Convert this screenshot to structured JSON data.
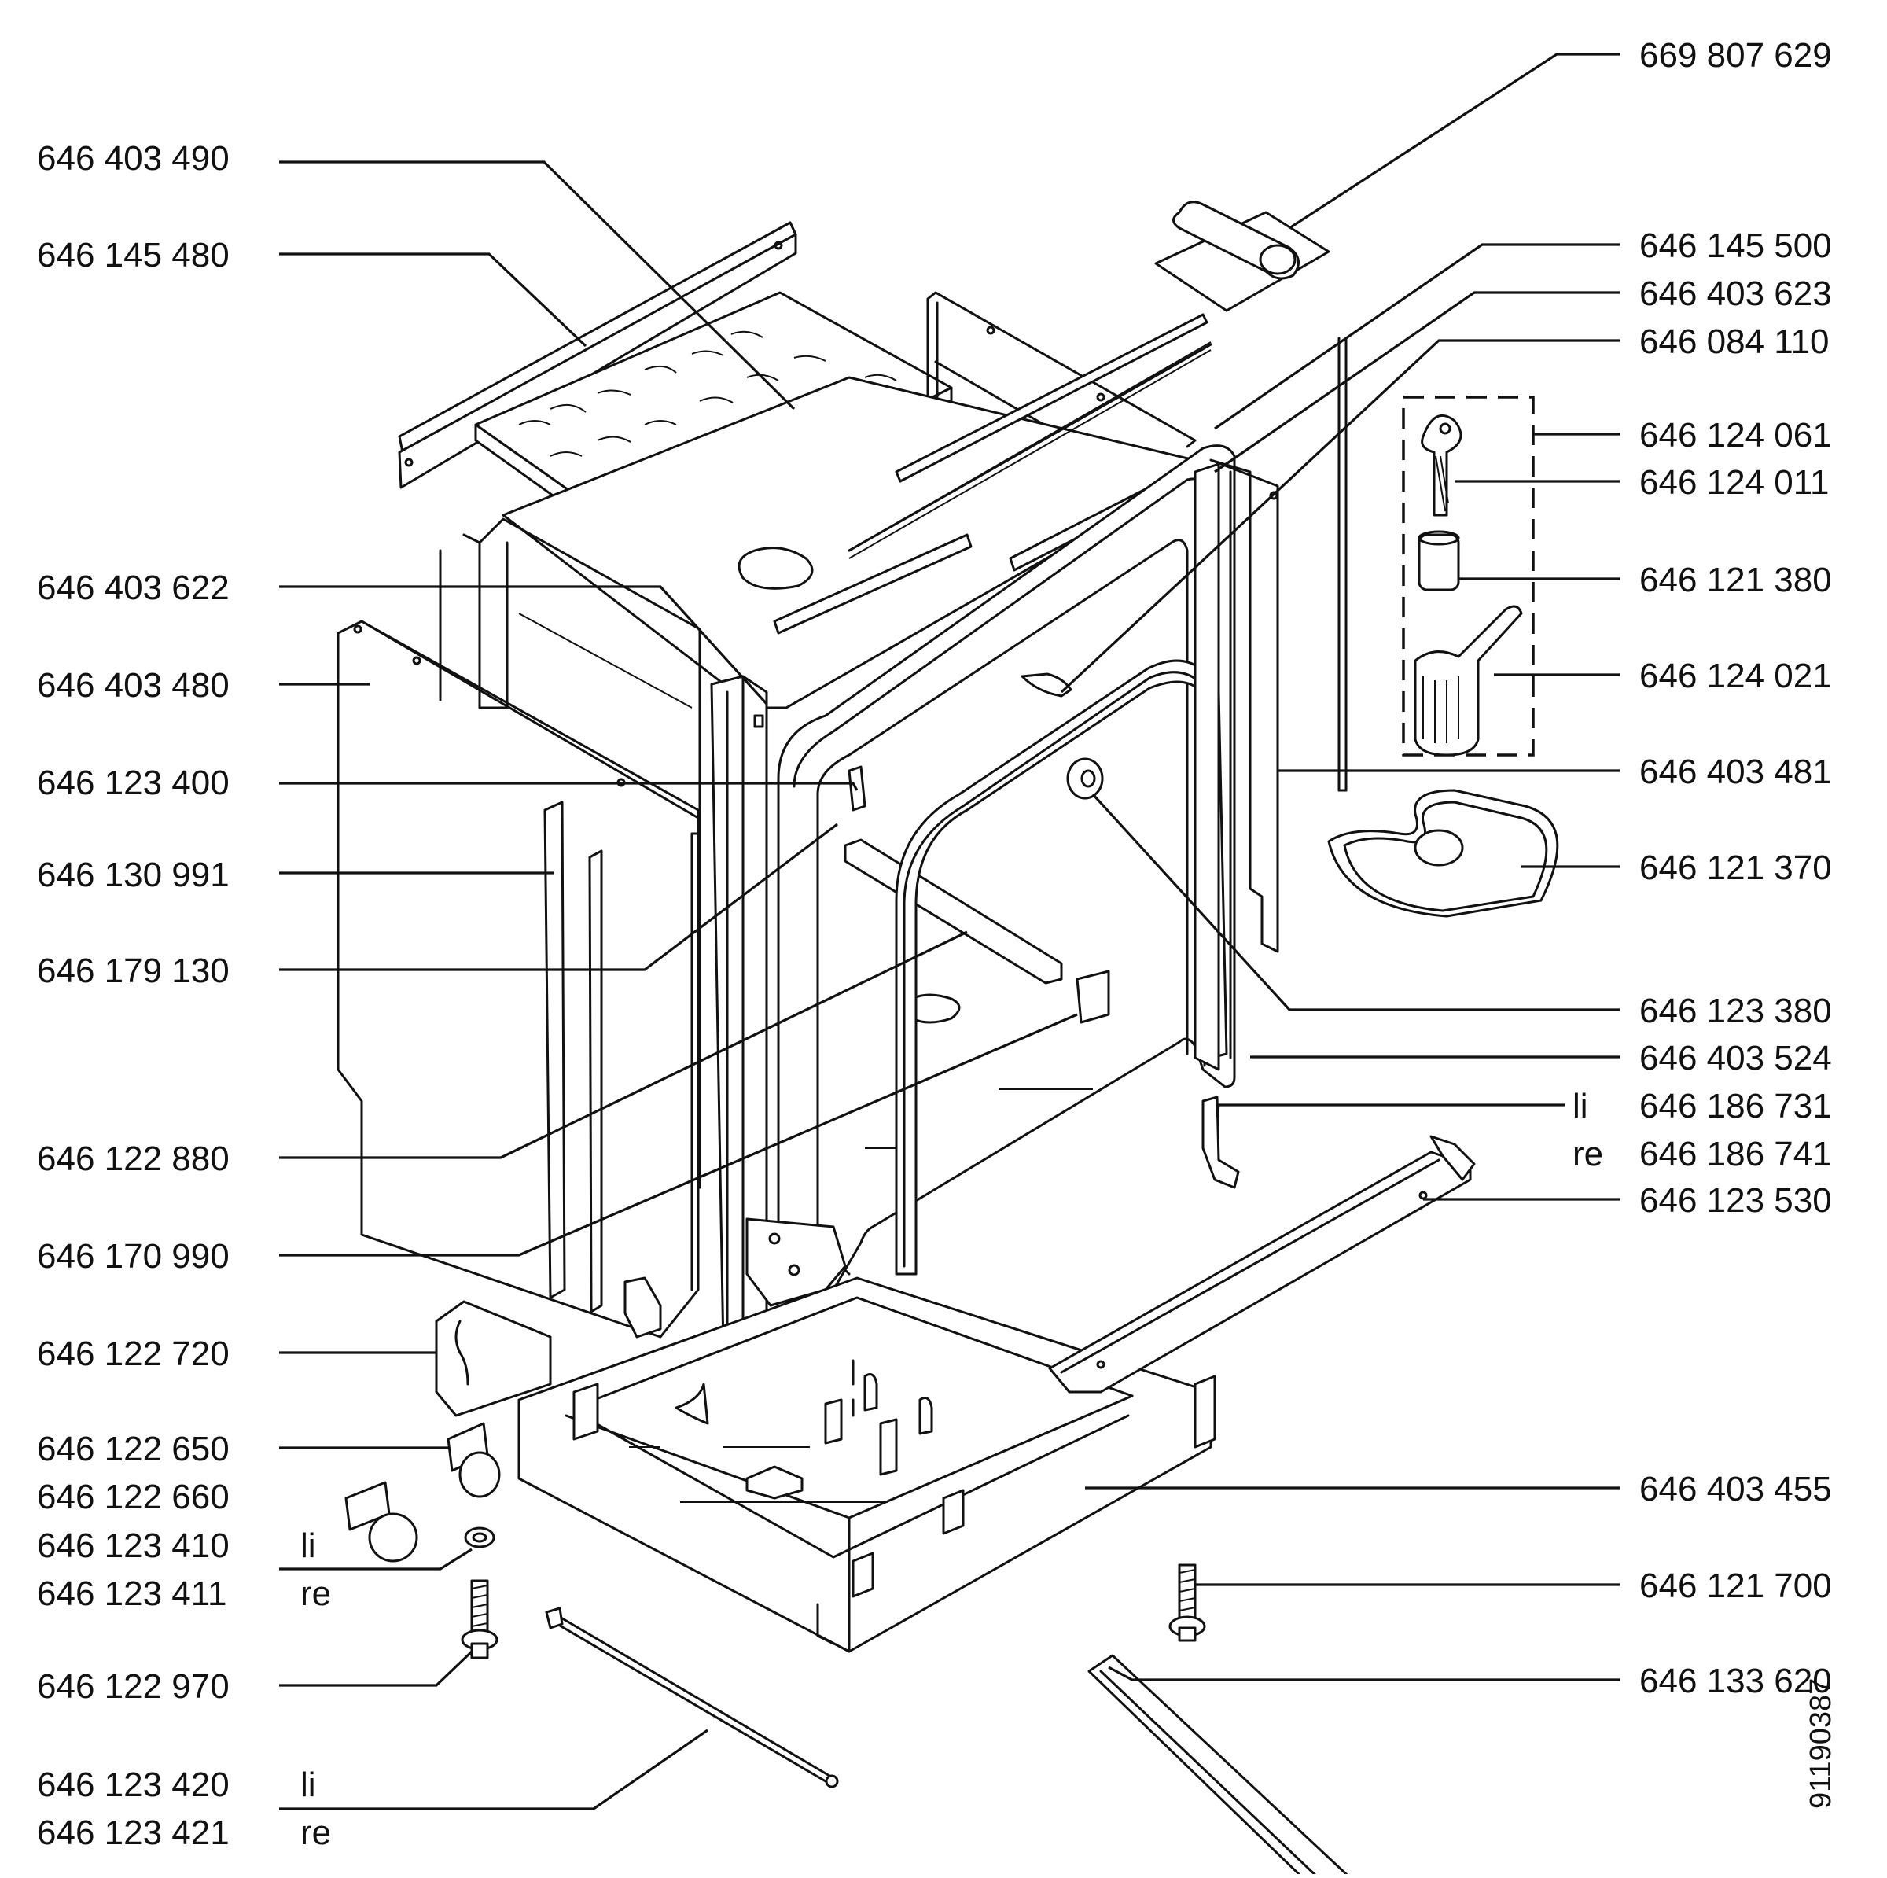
{
  "labels_left": [
    {
      "id": "l1",
      "text": "646 403 490"
    },
    {
      "id": "l2",
      "text": "646 145 480"
    },
    {
      "id": "l3",
      "text": "646 403 622"
    },
    {
      "id": "l4",
      "text": "646 403 480"
    },
    {
      "id": "l5",
      "text": "646 123 400"
    },
    {
      "id": "l6",
      "text": "646 130 991"
    },
    {
      "id": "l7",
      "text": "646 179 130"
    },
    {
      "id": "l8",
      "text": "646 122 880"
    },
    {
      "id": "l9",
      "text": "646 170 990"
    },
    {
      "id": "l10",
      "text": "646 122 720"
    },
    {
      "id": "l11",
      "text": "646 122 650"
    },
    {
      "id": "l12",
      "text": "646 122 660"
    },
    {
      "id": "l13",
      "text": "646 123 410",
      "suffix": "li"
    },
    {
      "id": "l14",
      "text": "646 123 411",
      "suffix": "re"
    },
    {
      "id": "l15",
      "text": "646 122 970"
    },
    {
      "id": "l16",
      "text": "646 123 420",
      "suffix": "li"
    },
    {
      "id": "l17",
      "text": "646 123 421",
      "suffix": "re"
    }
  ],
  "labels_right": [
    {
      "id": "r1",
      "text": "669 807 629"
    },
    {
      "id": "r2",
      "text": "646 145 500"
    },
    {
      "id": "r3",
      "text": "646 403 623"
    },
    {
      "id": "r4",
      "text": "646 084 110"
    },
    {
      "id": "r5",
      "text": "646 124 061"
    },
    {
      "id": "r6",
      "text": "646 124 011"
    },
    {
      "id": "r7",
      "text": "646 121 380"
    },
    {
      "id": "r8",
      "text": "646 124 021"
    },
    {
      "id": "r9",
      "text": "646 403 481"
    },
    {
      "id": "r10",
      "text": "646 121 370"
    },
    {
      "id": "r11",
      "text": "646 123 380"
    },
    {
      "id": "r12",
      "text": "646 403 524"
    },
    {
      "id": "r13",
      "text": "646 186 731",
      "prefix": "li"
    },
    {
      "id": "r14",
      "text": "646 186 741",
      "prefix": "re"
    },
    {
      "id": "r15",
      "text": "646 123 530"
    },
    {
      "id": "r16",
      "text": "646 403 455"
    },
    {
      "id": "r17",
      "text": "646 121 700"
    },
    {
      "id": "r18",
      "text": "646 133 620"
    }
  ],
  "drawing_number": "91190387"
}
